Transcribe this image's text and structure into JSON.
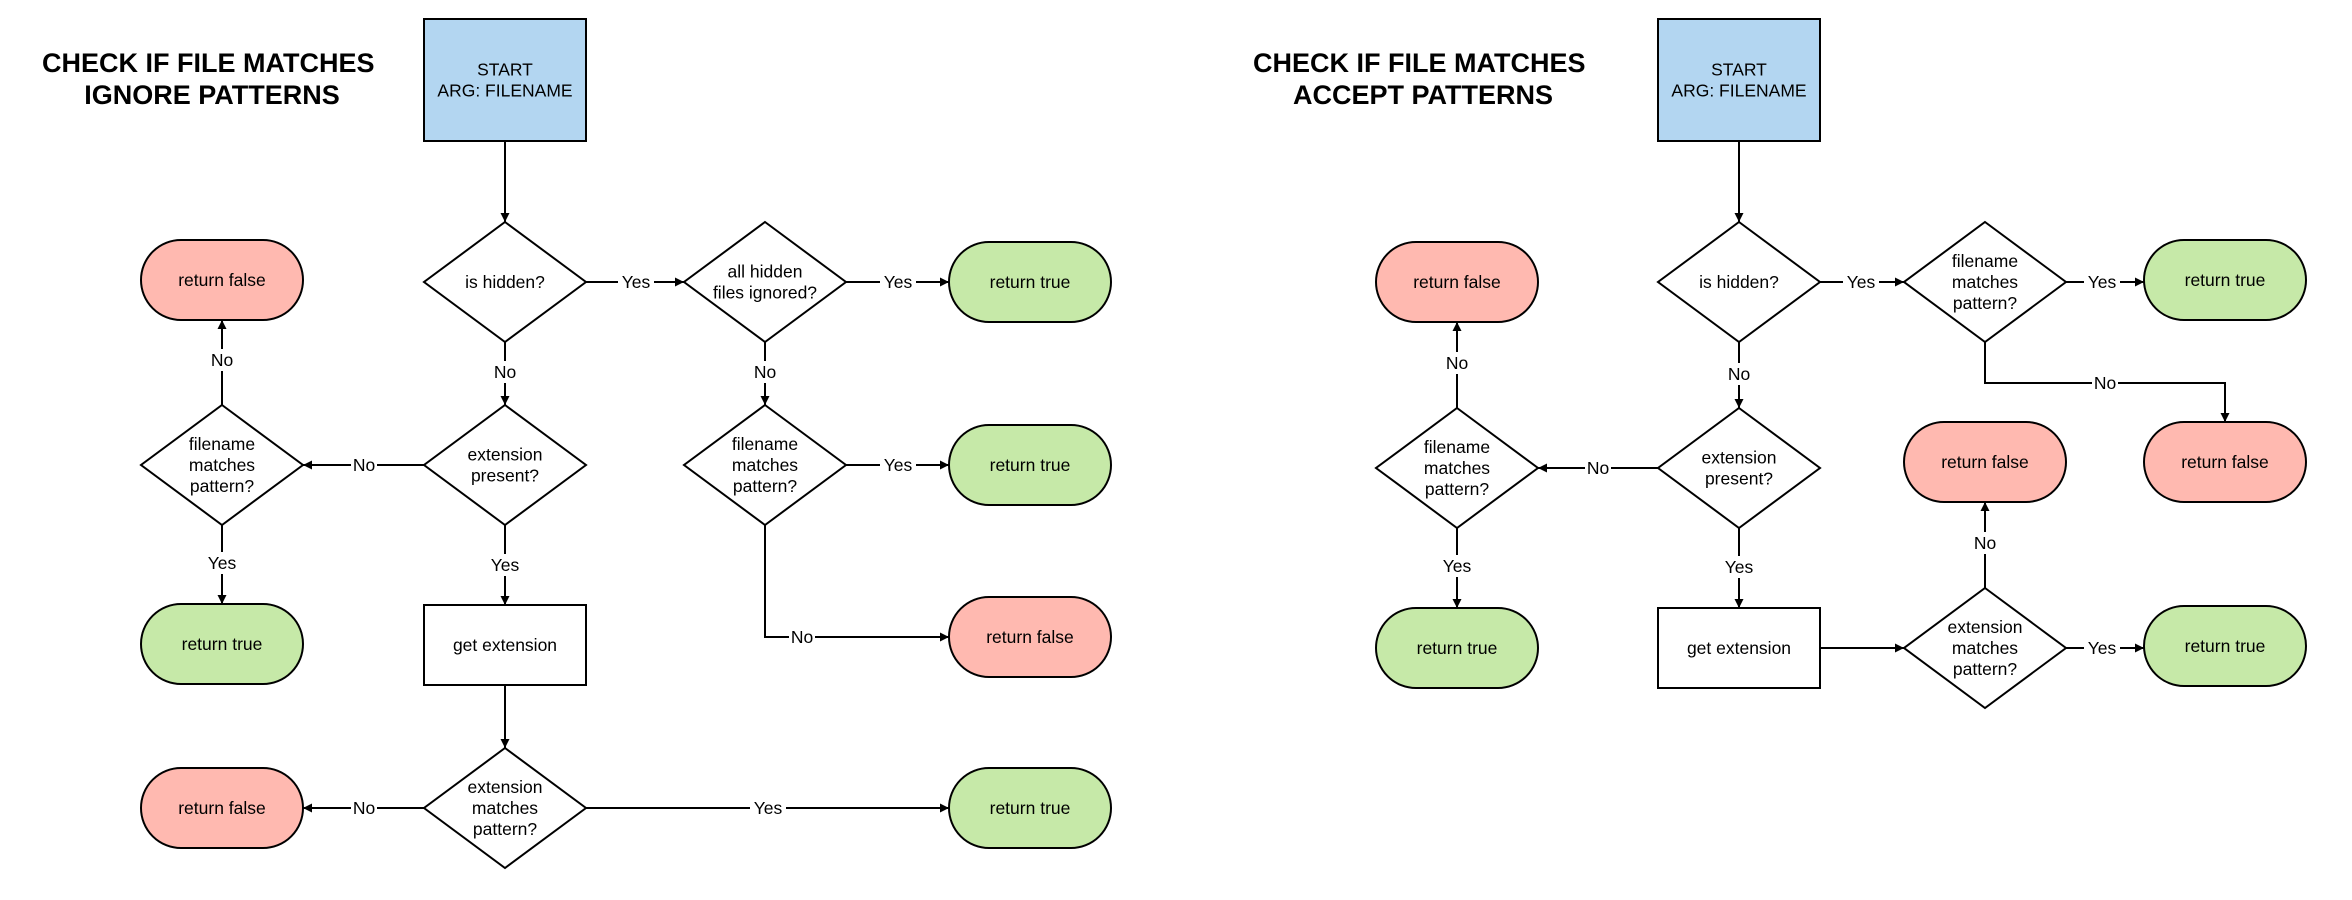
{
  "colors": {
    "start": "#b3d6f1",
    "true": "#c6e9a8",
    "false": "#ffb9b0",
    "process": "#ffffff",
    "decision": "#ffffff",
    "line": "#000000"
  },
  "diagrams": [
    {
      "id": "ignore",
      "title": [
        "CHECK IF FILE MATCHES",
        "IGNORE PATTERNS"
      ],
      "nodes": [
        {
          "id": "start",
          "kind": "start",
          "text": [
            "START",
            "ARG: FILENAME"
          ]
        },
        {
          "id": "hidden",
          "kind": "decision",
          "text": [
            "is hidden?"
          ]
        },
        {
          "id": "allhidden",
          "kind": "decision",
          "text": [
            "all hidden",
            "files ignored?"
          ]
        },
        {
          "id": "rt1",
          "kind": "true",
          "text": [
            "return true"
          ]
        },
        {
          "id": "fm2",
          "kind": "decision",
          "text": [
            "filename",
            "matches",
            "pattern?"
          ]
        },
        {
          "id": "rt2",
          "kind": "true",
          "text": [
            "return true"
          ]
        },
        {
          "id": "rf2",
          "kind": "false",
          "text": [
            "return false"
          ]
        },
        {
          "id": "ext",
          "kind": "decision",
          "text": [
            "extension",
            "present?"
          ]
        },
        {
          "id": "fm1",
          "kind": "decision",
          "text": [
            "filename",
            "matches",
            "pattern?"
          ]
        },
        {
          "id": "rf1",
          "kind": "false",
          "text": [
            "return false"
          ]
        },
        {
          "id": "rt3",
          "kind": "true",
          "text": [
            "return true"
          ]
        },
        {
          "id": "getext",
          "kind": "process",
          "text": [
            "get extension"
          ]
        },
        {
          "id": "em",
          "kind": "decision",
          "text": [
            "extension",
            "matches",
            "pattern?"
          ]
        },
        {
          "id": "rf3",
          "kind": "false",
          "text": [
            "return false"
          ]
        },
        {
          "id": "rt4",
          "kind": "true",
          "text": [
            "return true"
          ]
        }
      ],
      "edges": [
        {
          "from": "start",
          "to": "hidden",
          "label": ""
        },
        {
          "from": "hidden",
          "to": "allhidden",
          "label": "Yes"
        },
        {
          "from": "allhidden",
          "to": "rt1",
          "label": "Yes"
        },
        {
          "from": "allhidden",
          "to": "fm2",
          "label": "No"
        },
        {
          "from": "fm2",
          "to": "rt2",
          "label": "Yes"
        },
        {
          "from": "fm2",
          "to": "rf2",
          "label": "No"
        },
        {
          "from": "hidden",
          "to": "ext",
          "label": "No"
        },
        {
          "from": "ext",
          "to": "fm1",
          "label": "No"
        },
        {
          "from": "fm1",
          "to": "rf1",
          "label": "No"
        },
        {
          "from": "fm1",
          "to": "rt3",
          "label": "Yes"
        },
        {
          "from": "ext",
          "to": "getext",
          "label": "Yes"
        },
        {
          "from": "getext",
          "to": "em",
          "label": ""
        },
        {
          "from": "em",
          "to": "rf3",
          "label": "No"
        },
        {
          "from": "em",
          "to": "rt4",
          "label": "Yes"
        }
      ]
    },
    {
      "id": "accept",
      "title": [
        "CHECK IF FILE MATCHES",
        "ACCEPT PATTERNS"
      ],
      "nodes": [
        {
          "id": "start",
          "kind": "start",
          "text": [
            "START",
            "ARG: FILENAME"
          ]
        },
        {
          "id": "hidden",
          "kind": "decision",
          "text": [
            "is hidden?"
          ]
        },
        {
          "id": "fmh",
          "kind": "decision",
          "text": [
            "filename",
            "matches",
            "pattern?"
          ]
        },
        {
          "id": "rt1",
          "kind": "true",
          "text": [
            "return true"
          ]
        },
        {
          "id": "rf2",
          "kind": "false",
          "text": [
            "return false"
          ]
        },
        {
          "id": "ext",
          "kind": "decision",
          "text": [
            "extension",
            "present?"
          ]
        },
        {
          "id": "fm1",
          "kind": "decision",
          "text": [
            "filename",
            "matches",
            "pattern?"
          ]
        },
        {
          "id": "rf1",
          "kind": "false",
          "text": [
            "return false"
          ]
        },
        {
          "id": "rt2",
          "kind": "true",
          "text": [
            "return true"
          ]
        },
        {
          "id": "getext",
          "kind": "process",
          "text": [
            "get extension"
          ]
        },
        {
          "id": "em",
          "kind": "decision",
          "text": [
            "extension",
            "matches",
            "pattern?"
          ]
        },
        {
          "id": "rf3",
          "kind": "false",
          "text": [
            "return false"
          ]
        },
        {
          "id": "rt3",
          "kind": "true",
          "text": [
            "return true"
          ]
        }
      ],
      "edges": [
        {
          "from": "start",
          "to": "hidden",
          "label": ""
        },
        {
          "from": "hidden",
          "to": "fmh",
          "label": "Yes"
        },
        {
          "from": "fmh",
          "to": "rt1",
          "label": "Yes"
        },
        {
          "from": "fmh",
          "to": "rf2",
          "label": "No"
        },
        {
          "from": "hidden",
          "to": "ext",
          "label": "No"
        },
        {
          "from": "ext",
          "to": "fm1",
          "label": "No"
        },
        {
          "from": "fm1",
          "to": "rf1",
          "label": "No"
        },
        {
          "from": "fm1",
          "to": "rt2",
          "label": "Yes"
        },
        {
          "from": "ext",
          "to": "getext",
          "label": "Yes"
        },
        {
          "from": "getext",
          "to": "em",
          "label": ""
        },
        {
          "from": "em",
          "to": "rf3",
          "label": "No"
        },
        {
          "from": "em",
          "to": "rt3",
          "label": "Yes"
        }
      ]
    }
  ]
}
